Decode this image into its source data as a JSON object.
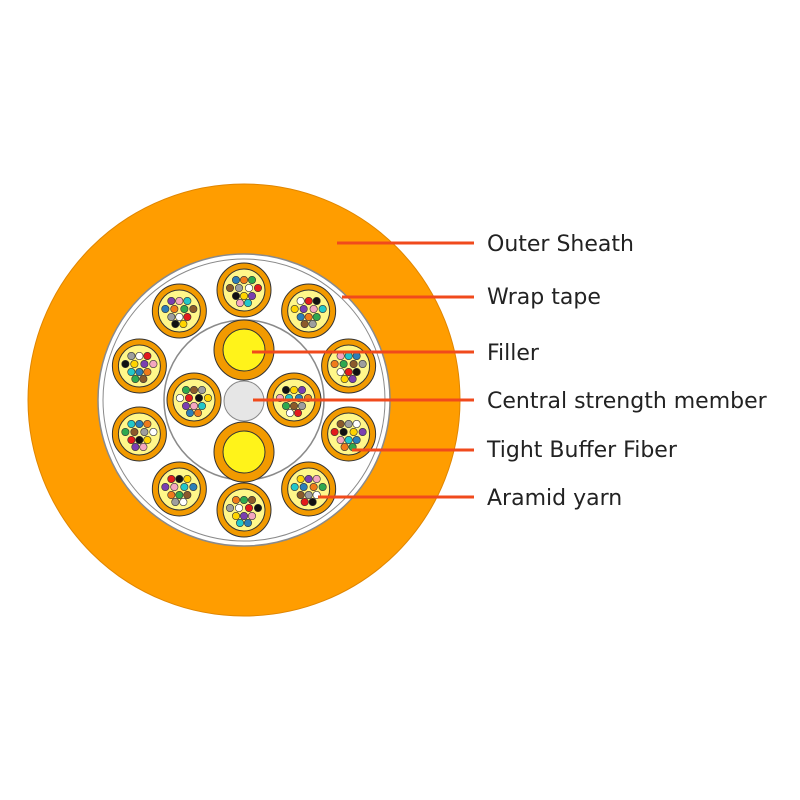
{
  "colors": {
    "sheath": "#ff9d00",
    "sheath_outline": "#e08600",
    "wrap_tape": "#ffffff",
    "wrap_outline": "#8a8a8a",
    "inner_core": "#ffffff",
    "unit_ring": "#f29a00",
    "unit_inner": "#fff78a",
    "filler_ring": "#f29a00",
    "filler_core": "#fff31a",
    "strength_member": "#e6e6e6",
    "leader": "#f04a1c",
    "text": "#222222"
  },
  "fiber_colors": [
    "#2c7fb8",
    "#f07b1a",
    "#2fa84f",
    "#8b5a2b",
    "#9e9e9e",
    "#ffffff",
    "#e31a1c",
    "#111111",
    "#ffd400",
    "#7b3fb0",
    "#f4a6c0",
    "#22c7c9"
  ],
  "labels": {
    "outer_sheath": "Outer Sheath",
    "wrap_tape": "Wrap tape",
    "filler": "Filler",
    "central_strength_member": "Central strength member",
    "tight_buffer_fiber": "Tight Buffer Fiber",
    "aramid_yarn": "Aramid yarn"
  }
}
